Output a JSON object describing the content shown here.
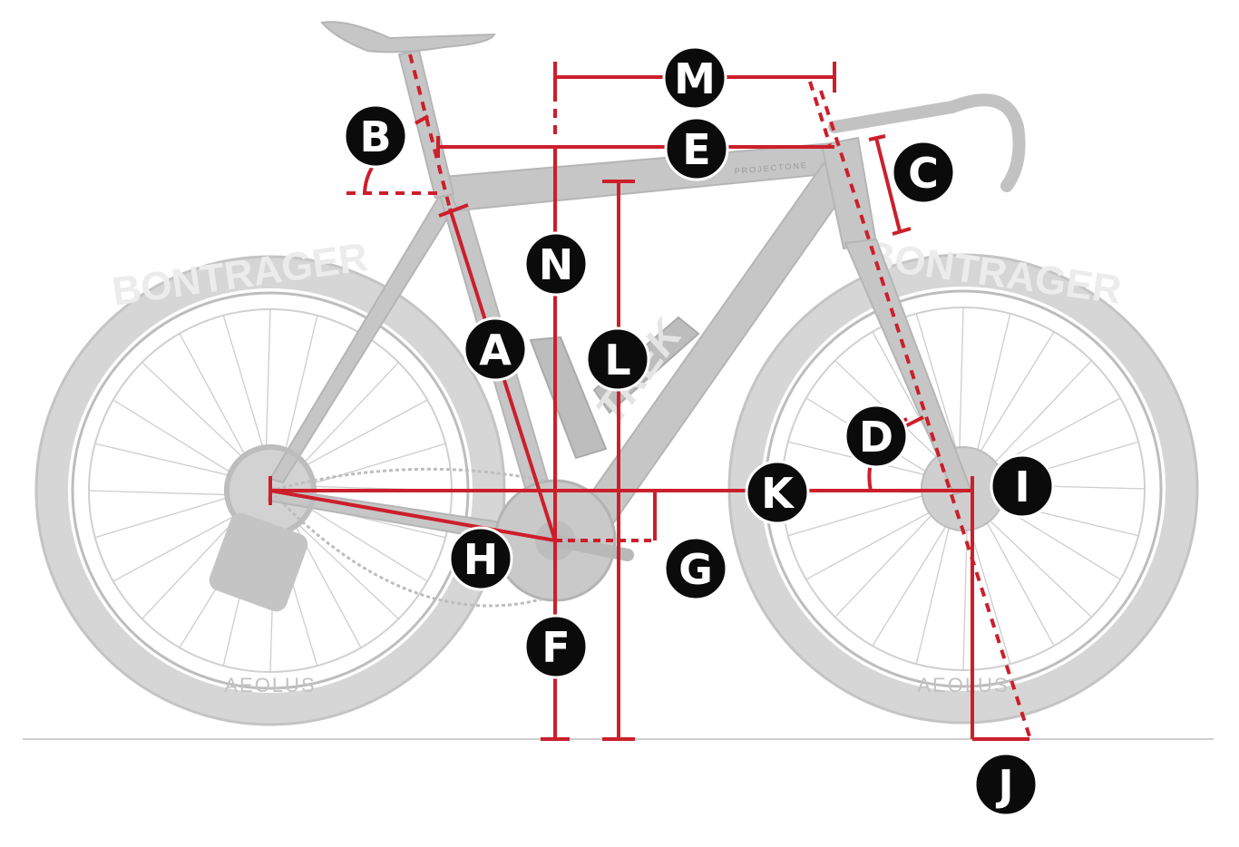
{
  "colors": {
    "measure": "#cc1f2b",
    "badge": "#0b0b0b",
    "badge_text": "#ffffff",
    "bike": "#c9c9c9",
    "bike_dark": "#b8b8b8",
    "tire": "#d6d6d6",
    "ground": "#cfcfcf"
  },
  "bike": {
    "brand_text": "TREK",
    "model_text": "PROJECTONE",
    "tire_text": "BONTRAGER",
    "rim_text": "AEOLUS"
  },
  "labels": {
    "A": "A",
    "B": "B",
    "C": "C",
    "D": "D",
    "E": "E",
    "F": "F",
    "G": "G",
    "H": "H",
    "I": "I",
    "J": "J",
    "K": "K",
    "L": "L",
    "M": "M",
    "N": "N"
  }
}
